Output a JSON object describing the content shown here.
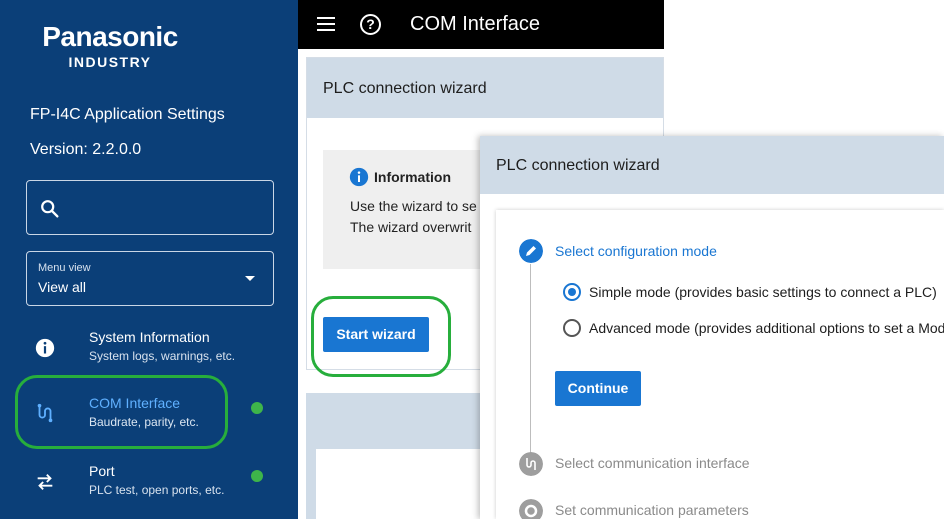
{
  "sidebar": {
    "brand_name": "Panasonic",
    "brand_sub": "INDUSTRY",
    "app_title": "FP-I4C Application Settings",
    "version": "Version: 2.2.0.0",
    "search_placeholder": "",
    "menu_view_label": "Menu view",
    "menu_view_value": "View all",
    "items": [
      {
        "title": "System Information",
        "subtitle": "System logs, warnings, etc.",
        "icon": "info-icon",
        "status": ""
      },
      {
        "title": "COM Interface",
        "subtitle": "Baudrate, parity, etc.",
        "icon": "com-interface-icon",
        "status": "ok"
      },
      {
        "title": "Port",
        "subtitle": "PLC test, open ports, etc.",
        "icon": "swap-arrows-icon",
        "status": "ok"
      }
    ]
  },
  "topbar": {
    "title": "COM Interface",
    "menu_icon": "hamburger-icon",
    "help_icon": "help-icon"
  },
  "background_card": {
    "header": "PLC connection wizard",
    "info_title": "Information",
    "info_line1": "Use the wizard to se",
    "info_line2": "The wizard overwrit",
    "start_button": "Start wizard"
  },
  "dialog": {
    "header": "PLC connection wizard",
    "step1": {
      "title": "Select configuration mode",
      "options": [
        {
          "label": "Simple mode (provides basic settings to connect a PLC)",
          "selected": true
        },
        {
          "label": "Advanced mode (provides additional options to set a Mod",
          "selected": false
        }
      ],
      "continue_button": "Continue"
    },
    "step2": {
      "title": "Select communication interface"
    },
    "step3": {
      "title": "Set communication parameters"
    }
  },
  "colors": {
    "sidebar_bg": "#0b3f78",
    "accent": "#1976d2",
    "active_link": "#5fb0ff",
    "status_ok": "#3eb54a",
    "highlight": "#27ae3c",
    "panel_header": "#cfdbe7"
  }
}
